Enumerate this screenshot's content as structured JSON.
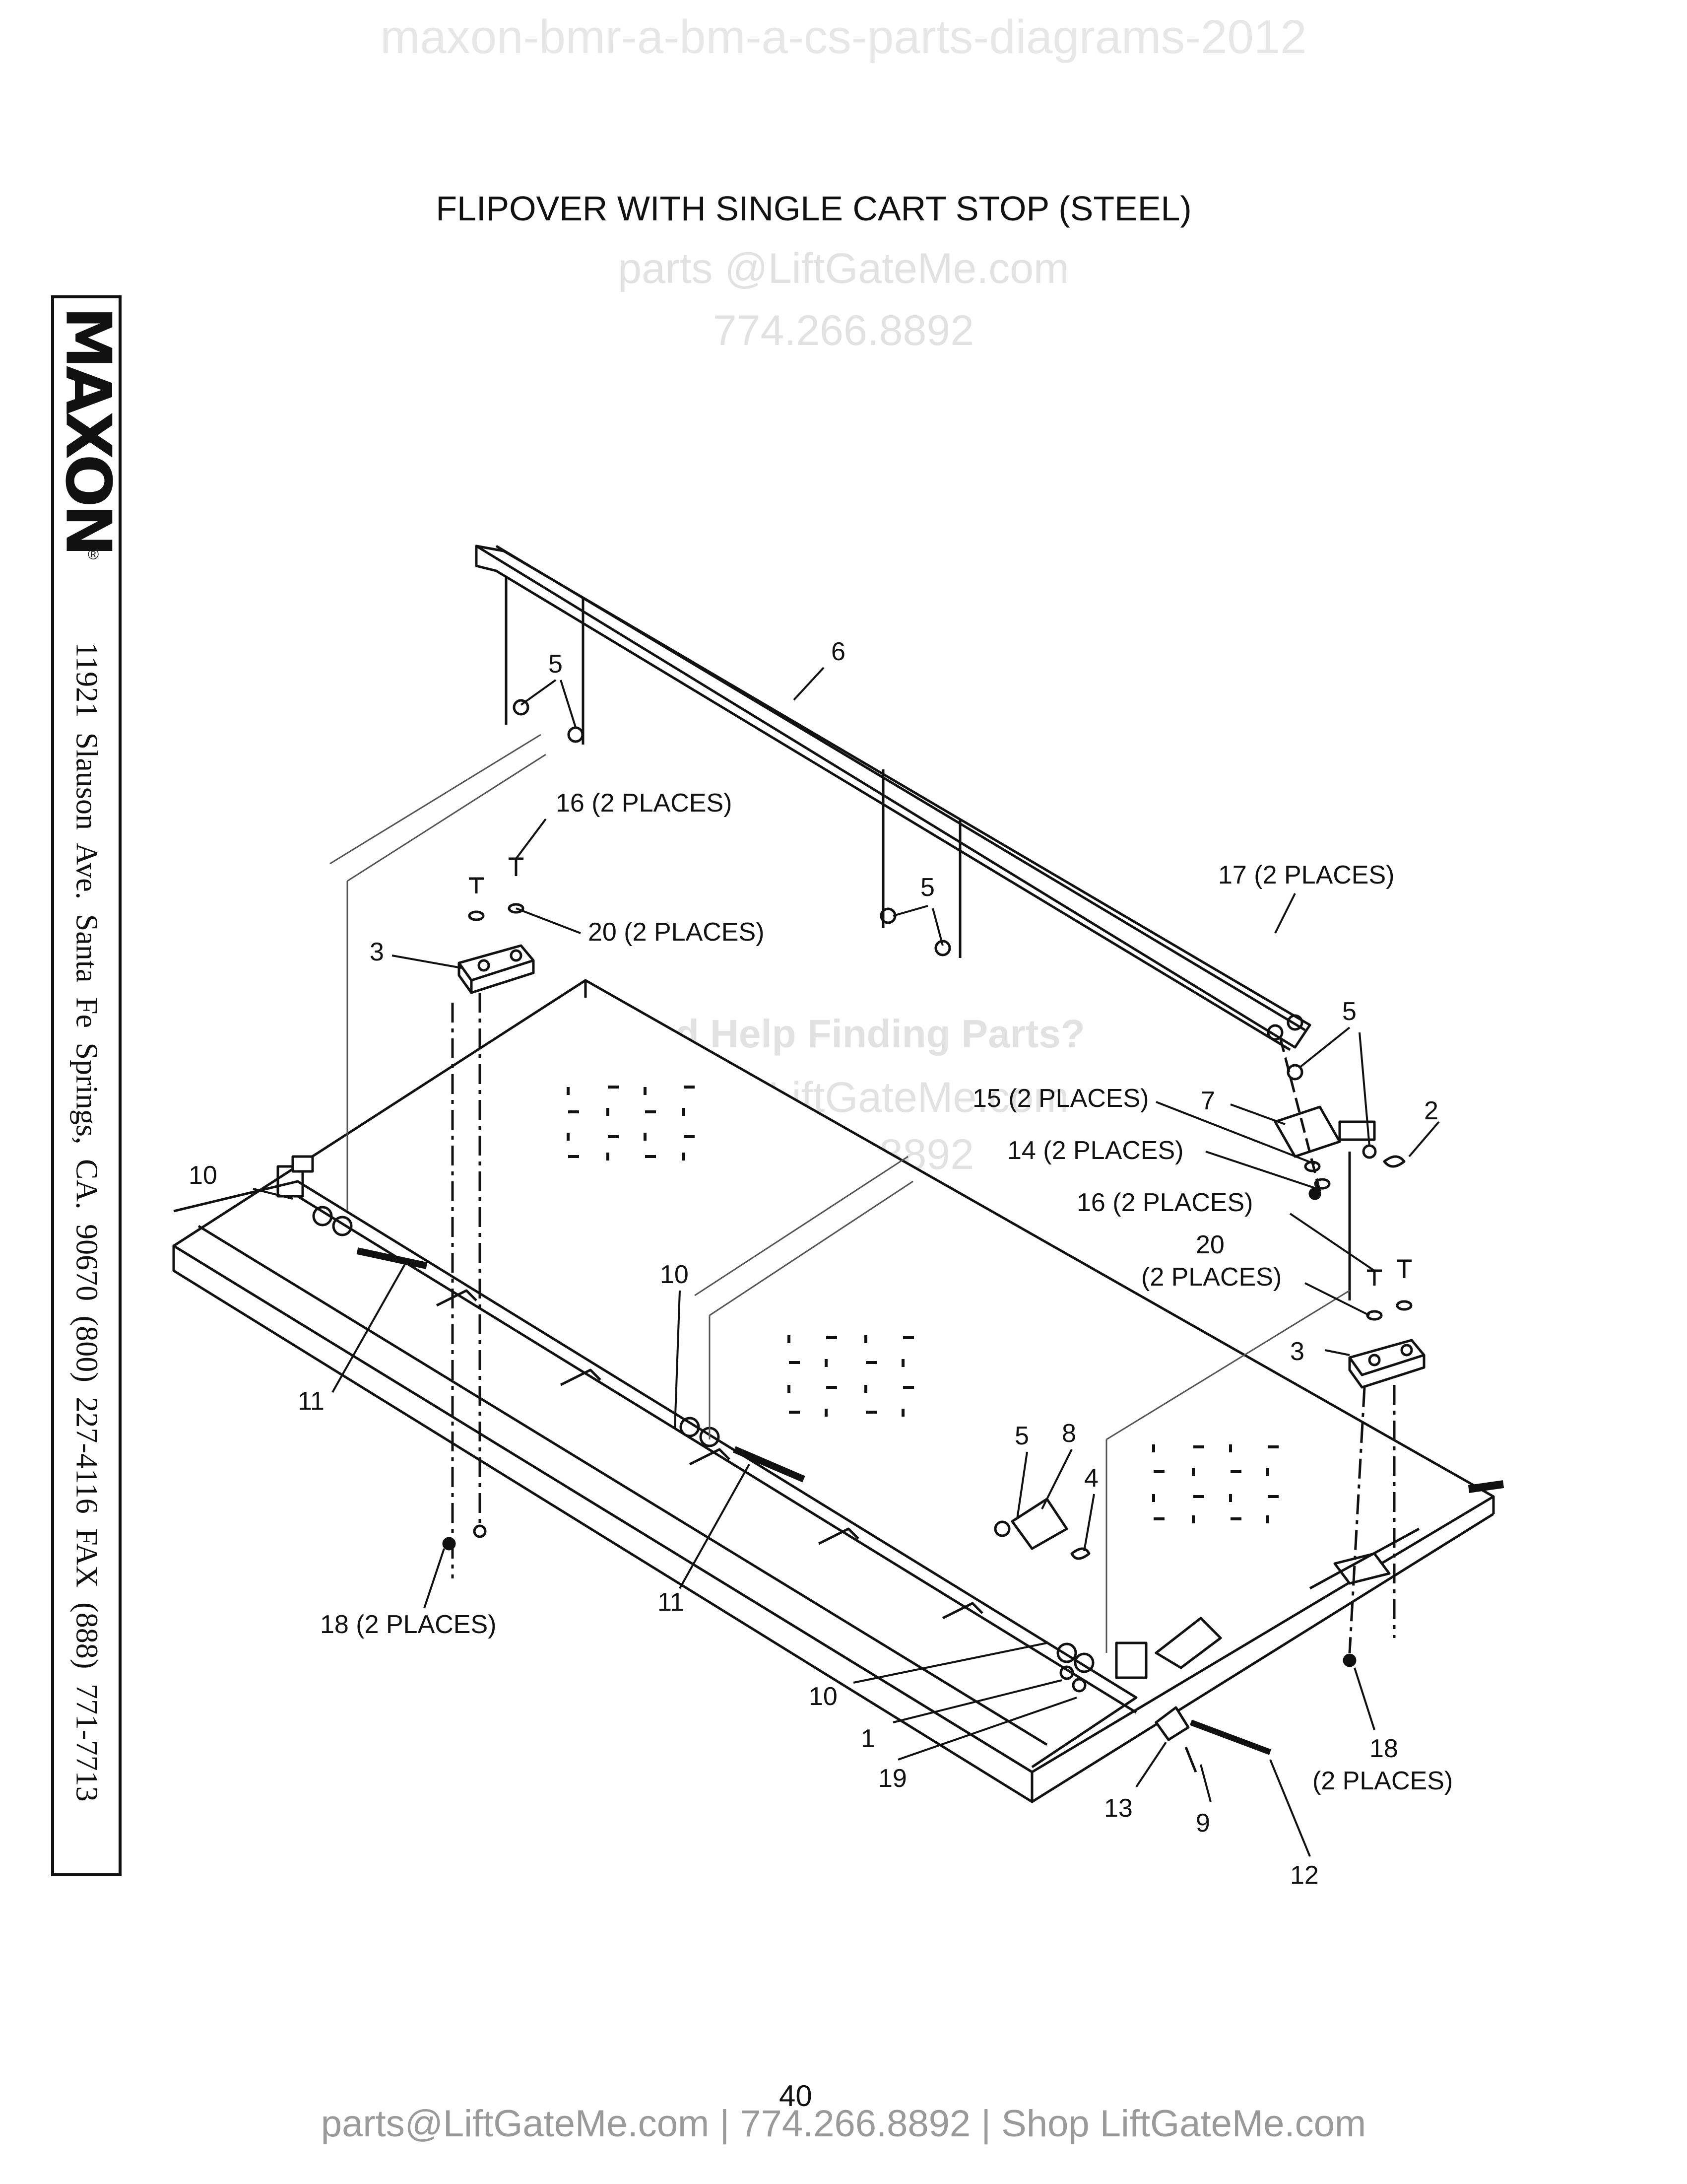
{
  "watermark_top": "maxon-bmr-a-bm-a-cs-parts-diagrams-2012",
  "title": "FLIPOVER WITH SINGLE CART STOP (STEEL)",
  "watermarks": [
    "parts @LiftGateMe.com",
    "774.266.8892",
    "Need Help Finding Parts?",
    "parts @LiftGateMe.com",
    "774.266.8892"
  ],
  "sidebar": {
    "brand": "MAXON",
    "registered": "®",
    "address": "11921 Slauson Ave.  Santa Fe Springs, CA.  90670  (800) 227-4116  FAX (888) 771-7713"
  },
  "callouts": [
    "6",
    "5",
    "16 (2 PLACES)",
    "20 (2 PLACES)",
    "3",
    "5",
    "17 (2 PLACES)",
    "5",
    "2",
    "7",
    "15 (2 PLACES)",
    "14 (2 PLACES)",
    "16 (2 PLACES)",
    "20",
    "(2 PLACES)",
    "3",
    "10",
    "10",
    "11",
    "5",
    "8",
    "4",
    "11",
    "18 (2 PLACES)",
    "10",
    "1",
    "19",
    "13",
    "9",
    "12",
    "18",
    "(2 PLACES)"
  ],
  "page_number": "40",
  "footer": "parts@LiftGateMe.com | 774.266.8892 | Shop LiftGateMe.com"
}
